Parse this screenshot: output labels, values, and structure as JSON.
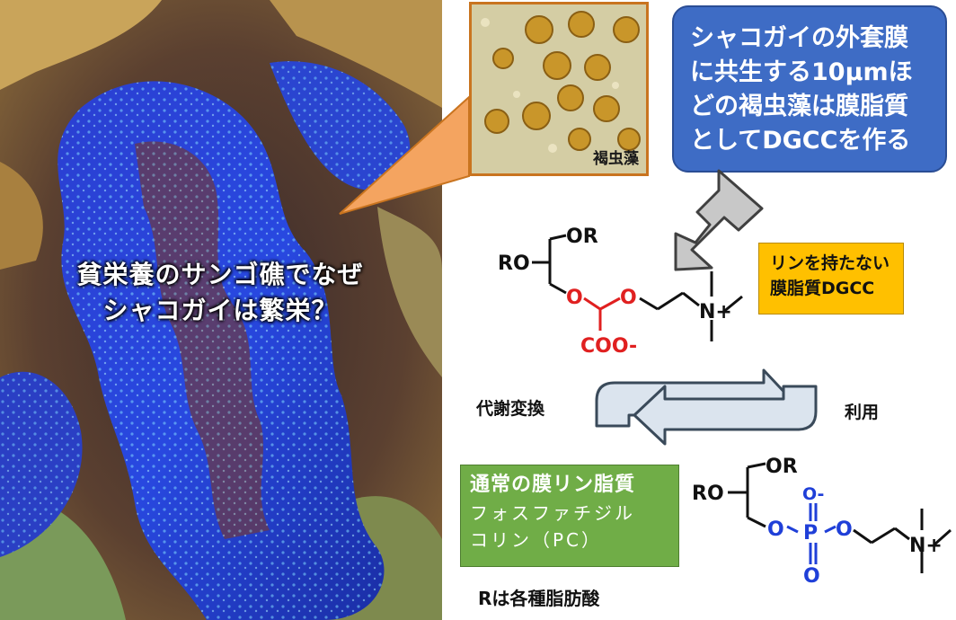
{
  "photo": {
    "caption_line1": "貧栄養のサンゴ礁でなぜ",
    "caption_line2": "シャコガイは繁栄？"
  },
  "microscope": {
    "label": "褐虫藻"
  },
  "callout": {
    "line1": "シャコガイの外套膜",
    "line2": "に共生する10μmほ",
    "line3": "どの褐虫藻は膜脂質",
    "line4": "としてDGCCを作る"
  },
  "dgcc_note": {
    "line1": "リンを持たない",
    "line2": "膜脂質DGCC"
  },
  "pc_note": {
    "line1": "通常の膜リン脂質",
    "line2": "フォスファチジル",
    "line3": "コリン（PC）"
  },
  "cycle": {
    "left_label": "代謝変換",
    "right_label": "利用"
  },
  "footnote": "Rは各種脂肪酸",
  "structures": {
    "dgcc": {
      "or_top": "OR",
      "ro_left": "RO",
      "o1": "O",
      "o2": "O",
      "nplus": "N+",
      "coo": "COO-"
    },
    "pc": {
      "or_top": "OR",
      "ro_left": "RO",
      "o_minus": "O-",
      "o_left": "O",
      "p": "P",
      "o_right": "O",
      "o_bottom": "O",
      "nplus": "N+"
    }
  },
  "colors": {
    "callout_bg": "#3e6cc5",
    "orange_note": "#ffc000",
    "green_note": "#70ad47",
    "carboxylate": "#e02020",
    "phosphate": "#1f3fd8"
  }
}
